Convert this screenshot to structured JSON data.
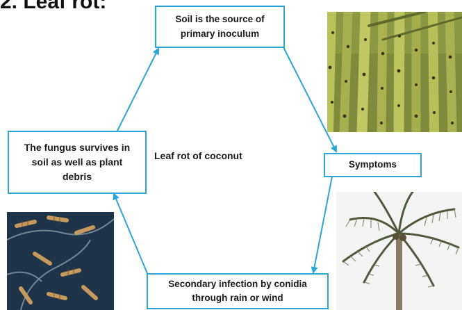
{
  "title": "2. Leaf rot:",
  "center_label": "Leaf rot of coconut",
  "nodes": {
    "soil_source": "Soil is the source of\nprimary inoculum",
    "symptoms": "Symptoms",
    "secondary_infection": "Secondary infection by conidia\nthrough rain or wind",
    "fungus_survives": "The fungus survives in\nsoil as well as plant\ndebris"
  },
  "colors": {
    "accent": "#29a6d8",
    "leaf_green": "#a9b54a",
    "micro_background": "#1f3448"
  },
  "images": {
    "leaflets": "leaf-rot-leaflets-photo",
    "palm": "coconut-palm-photo",
    "micrograph": "conidia-micrograph-photo"
  }
}
